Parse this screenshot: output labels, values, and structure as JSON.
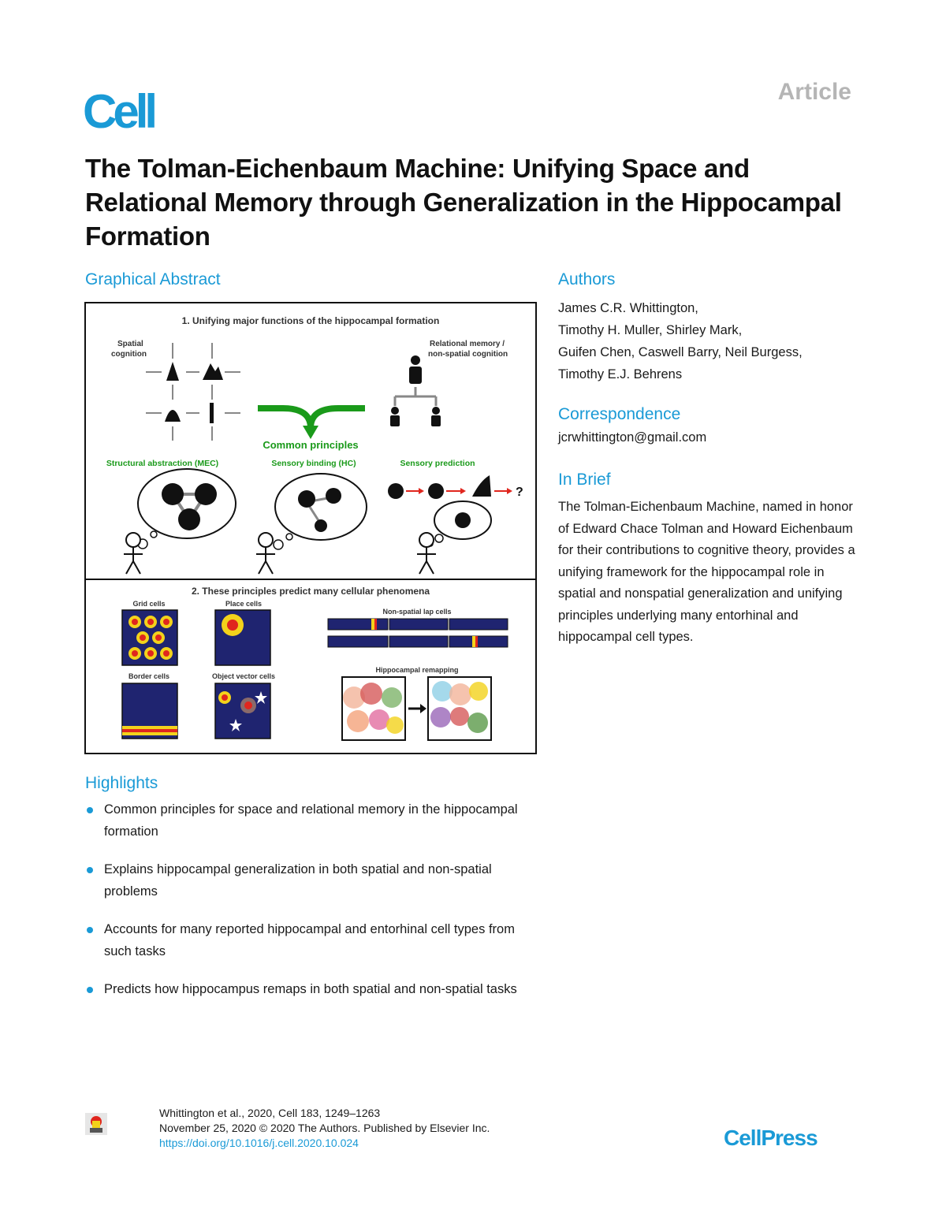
{
  "header": {
    "journal_logo": "Cell",
    "article_type": "Article"
  },
  "title": "The Tolman-Eichenbaum Machine: Unifying Space and Relational Memory through Generalization in the Hippocampal Formation",
  "graphical_abstract": {
    "heading": "Graphical Abstract",
    "panel1_title": "1. Unifying major functions of the hippocampal formation",
    "spatial_label_1": "Spatial",
    "spatial_label_2": "cognition",
    "relational_label_1": "Relational memory /",
    "relational_label_2": "non-spatial cognition",
    "common_principles": "Common principles",
    "structural": "Structural abstraction (MEC)",
    "binding": "Sensory binding (HC)",
    "prediction": "Sensory prediction",
    "question_mark": "?",
    "panel2_title": "2. These principles predict many cellular phenomena",
    "grid_cells": "Grid cells",
    "place_cells": "Place cells",
    "lap_cells": "Non-spatial lap cells",
    "border_cells": "Border cells",
    "ovc_cells": "Object vector cells",
    "remapping": "Hippocampal remapping"
  },
  "authors": {
    "heading": "Authors",
    "lines": [
      "James C.R. Whittington,",
      "Timothy H. Muller, Shirley Mark,",
      "Guifen Chen, Caswell Barry, Neil Burgess,",
      "Timothy E.J. Behrens"
    ]
  },
  "correspondence": {
    "heading": "Correspondence",
    "email": "jcrwhittington@gmail.com"
  },
  "in_brief": {
    "heading": "In Brief",
    "text": "The Tolman-Eichenbaum Machine, named in honor of Edward Chace Tolman and Howard Eichenbaum for their contributions to cognitive theory, provides a unifying framework for the hippocampal role in spatial and nonspatial generalization and unifying principles underlying many entorhinal and hippocampal cell types."
  },
  "highlights": {
    "heading": "Highlights",
    "items": [
      "Common principles for space and relational memory in the hippocampal formation",
      "Explains hippocampal generalization in both spatial and non-spatial problems",
      "Accounts for many reported hippocampal and entorhinal cell types from such tasks",
      "Predicts how hippocampus remaps in both spatial and non-spatial tasks"
    ]
  },
  "footer": {
    "citation_line": "Whittington et al., 2020, Cell 183, 1249–1263",
    "date_line": "November 25, 2020 © 2020 The Authors. Published by Elsevier Inc.",
    "doi": "https://doi.org/10.1016/j.cell.2020.10.024",
    "publisher": "CellPress"
  },
  "colors": {
    "accent": "#1a9ad6",
    "green": "#1a9a1a",
    "navy": "#1f2470",
    "red": "#e0261e",
    "yellow": "#f3d21b"
  }
}
